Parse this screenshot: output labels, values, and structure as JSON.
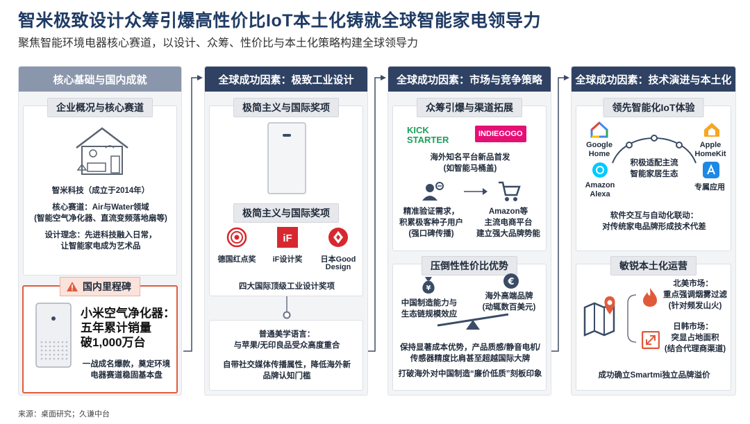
{
  "title": "智米极致设计众筹引爆高性价比IoT本土化铸就全球智能家电领导力",
  "subtitle": "聚焦智能环境电器核心赛道，以设计、众筹、性价比与本土化策略构建全球领导力",
  "source": "来源：桌面研究；久谦中台",
  "colors": {
    "dark_header": "#2f4264",
    "light_header": "#8a96ab",
    "accent_red": "#e05a3a"
  },
  "col1": {
    "header": "核心基础与国内成就",
    "card1": {
      "label": "企业概况与核心赛道",
      "company": "智米科技（成立于2014年）",
      "track_1": "核心赛道：Air与Water领域",
      "track_2": "(智能空气净化器、直流变频落地扇等)",
      "concept_1": "设计理念：先进科技融入日常，",
      "concept_2": "让智能家电成为艺术品"
    },
    "milestone": {
      "label": "国内里程碑",
      "big_1": "小米空气净化器：",
      "big_2": "五年累计销量",
      "big_3": "破1,000万台",
      "desc_1": "一战成名爆款，奠定环境",
      "desc_2": "电器赛道稳固基本盘"
    }
  },
  "col2": {
    "header": "全球成功因素：极致工业设计",
    "card1": {
      "label_top": "极简主义与国际奖项",
      "label_mid": "极简主义与国际奖项",
      "award_1": "德国红点奖",
      "award_2": "iF设计奖",
      "award_3_line1": "日本Good",
      "award_3_line2": "Design",
      "awards_caption": "四大国际顶级工业设计奖项"
    },
    "card2": {
      "line1": "普通美学语言：",
      "line2": "与苹果/无印良品受众高度重合",
      "line3": "自带社交媒体传播属性，降低海外新",
      "line4": "品牌认知门槛"
    }
  },
  "col3": {
    "header": "全球成功因素：市场与竞争策略",
    "card1": {
      "label": "众筹引爆与渠道拓展",
      "kick_1": "KICK",
      "kick_2": "STARTER",
      "indiegogo": "INDIEGOGO",
      "crowd_1": "海外知名平台新品首发",
      "crowd_2": "(如智能马桶盖)",
      "left_1": "精准验证需求，",
      "left_2": "积累极客种子用户",
      "left_3": "(强口碑传播)",
      "right_1": "Amazon等",
      "right_2": "主流电商平台",
      "right_3": "建立强大品牌势能"
    },
    "card2": {
      "label": "压倒性性价比优势",
      "left_1": "中国制造能力与",
      "left_2": "生态链规模效应",
      "right_1": "海外高端品牌",
      "right_2": "(动辄数百美元)",
      "bottom_1": "保持显著成本优势，产品质感/静音电机/",
      "bottom_2": "传感器精度比肩甚至超越国际大牌",
      "bottom_3": "打破海外对中国制造“廉价低质”刻板印象"
    }
  },
  "col4": {
    "header": "全球成功因素：技术演进与本土化",
    "card1": {
      "label": "领先智能化IoT体验",
      "google_1": "Google",
      "google_2": "Home",
      "apple_1": "Apple",
      "apple_2": "HomeKit",
      "amazon_1": "Amazon",
      "amazon_2": "Alexa",
      "app": "专属应用",
      "center_1": "积极适配主流",
      "center_2": "智能家居生态",
      "desc_1": "软件交互与自动化联动：",
      "desc_2": "对传统家电品牌形成技术代差"
    },
    "card2": {
      "label": "敏锐本土化运营",
      "na_1": "北美市场：",
      "na_2": "重点强调烟雾过滤",
      "na_3": "(针对频发山火)",
      "jk_1": "日韩市场：",
      "jk_2": "突显占地面积",
      "jk_3": "(结合代理商渠道)",
      "bottom": "成功确立Smartmi独立品牌溢价"
    }
  }
}
